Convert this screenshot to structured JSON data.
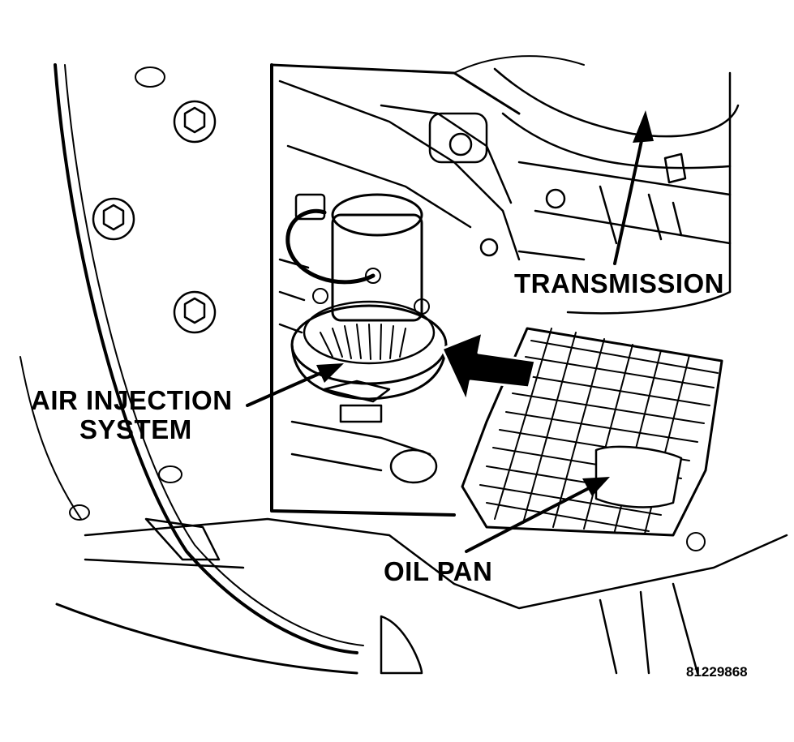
{
  "labels": {
    "transmission": "TRANSMISSION",
    "air_injection_line1": "AIR INJECTION",
    "air_injection_line2": "SYSTEM",
    "oil_pan": "OIL PAN"
  },
  "figure_id": "81229868",
  "colors": {
    "ink": "#000000",
    "paper": "#ffffff"
  }
}
